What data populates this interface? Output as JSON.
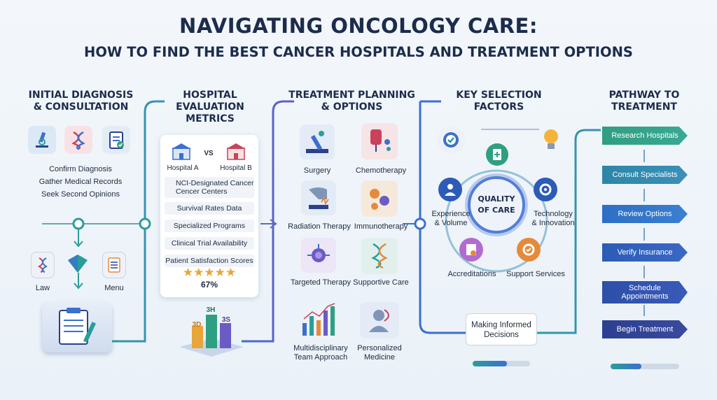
{
  "title": "NAVIGATING ONCOLOGY CARE:",
  "subtitle": "HOW TO FIND THE BEST CANCER HOSPITALS AND TREATMENT OPTIONS",
  "columns": {
    "col1": {
      "head1": "INITIAL DIAGNOSIS",
      "head2": "& CONSULTATION"
    },
    "col2": {
      "head1": "HOSPITAL",
      "head2": "EVALUATION",
      "head3": "METRICS"
    },
    "col3": {
      "head1": "TREATMENT PLANNING",
      "head2": "& OPTIONS"
    },
    "col4": {
      "head1": "KEY SELECTION",
      "head2": "FACTORS"
    },
    "col5": {
      "head1": "PATHWAY TO",
      "head2": "TREATMENT"
    }
  },
  "diagnosis": {
    "steps": [
      "Confirm Diagnosis",
      "Gather Medical Records",
      "Seek Second Opinions"
    ],
    "law_label": "Law",
    "menu_label": "Menu"
  },
  "evaluation": {
    "hospital_a": "Hospital A",
    "vs": "VS",
    "hospital_b": "Hospital B",
    "metrics": [
      "NCI-Designated Cancer\nCencer Centers",
      "Survival Rates Data",
      "Specialized Programs",
      "Clinical Trial Availability",
      "Patient Satisfaction Scores"
    ],
    "stars": "★★★★★",
    "satisfaction_value": 0.67,
    "satisfaction_text": "67%",
    "chart_label_3d": "3D",
    "chart_label_a": "3H",
    "chart_label_b": "3S"
  },
  "treatments": {
    "surgery": "Surgery",
    "chemotherapy": "Chemotherapy",
    "radiation": "Radiation Therapy",
    "immunotherapy": "Immunotherapy",
    "targeted": "Targeted Therapy",
    "supportive": "Supportive Care",
    "multidisciplinary1": "Multidisciplinary",
    "multidisciplinary2": "Team Approach",
    "personalized1": "Personalized",
    "personalized2": "Medicine"
  },
  "factors": {
    "center1": "QUALITY",
    "center2": "OF CARE",
    "experience1": "Experience",
    "experience2": "& Volume",
    "technology1": "Technology",
    "technology2": "& Innovation",
    "accreditations": "Accreditations",
    "support": "Support Services",
    "decisions1": "Making Informed",
    "decisions2": "Decisions"
  },
  "pathway": {
    "steps": [
      "Research Hospitals",
      "Consult Specialists",
      "Review Options",
      "Verify Insurance",
      "Schedule\nAppointments",
      "Begin Treatment"
    ]
  },
  "colors": {
    "teal": "#2a9d9a",
    "blue": "#3b6fd0",
    "purple": "#6b5bc4",
    "green_step": "#2f9f82",
    "navy_step": "#2c3f8f"
  }
}
